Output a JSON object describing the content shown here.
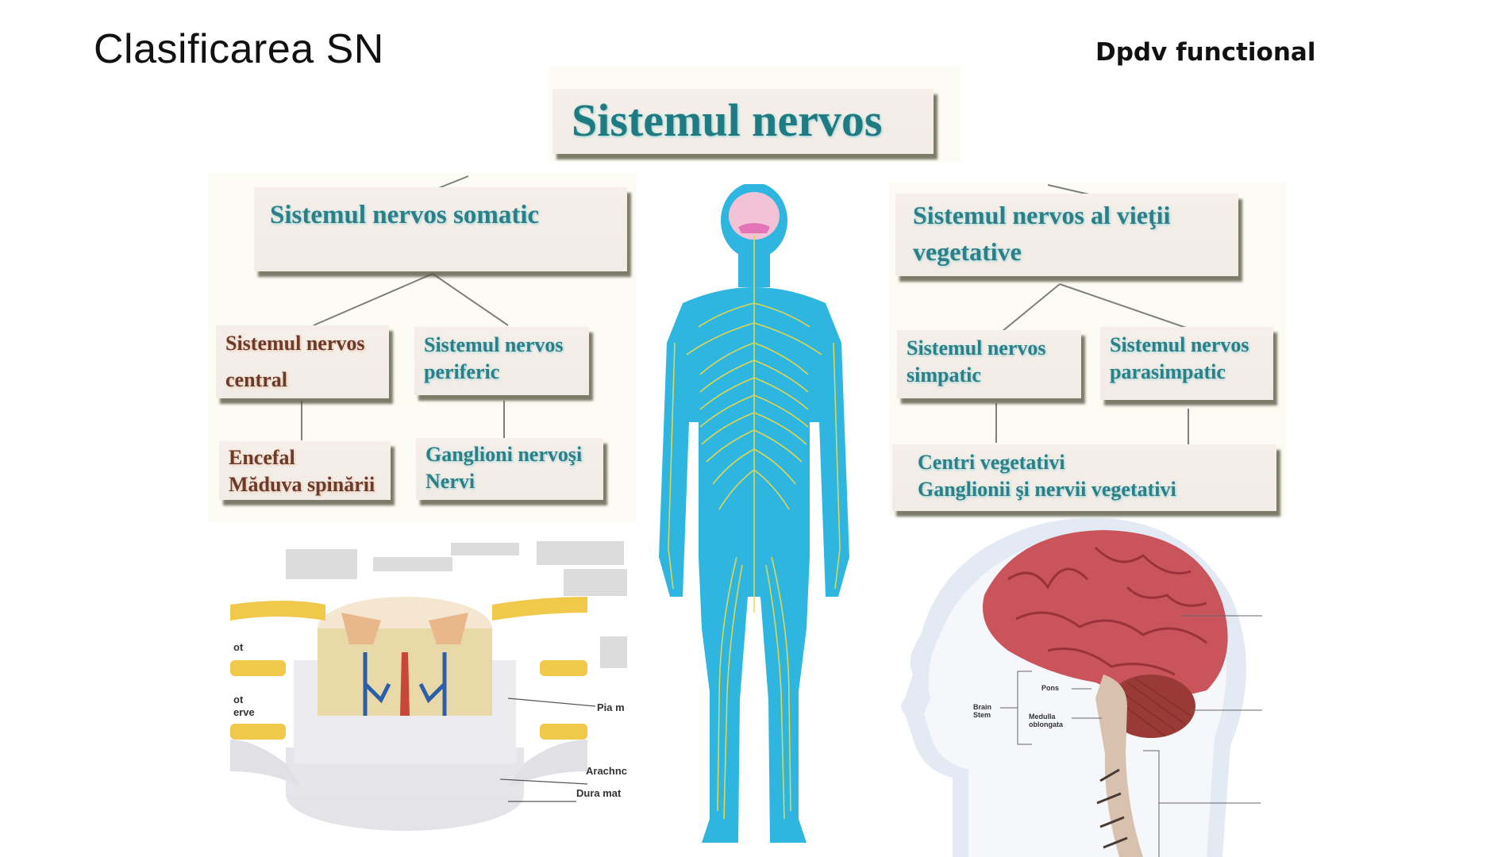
{
  "slide": {
    "title": "Clasificarea SN",
    "subtitle": "Dpdv functional"
  },
  "diagram": {
    "root": "Sistemul nervos",
    "left_branch": {
      "title": "Sistemul nervos somatic",
      "children": [
        {
          "line1": "Sistemul nervos",
          "line2": "central",
          "detail_line1": "Encefal",
          "detail_line2": "Măduva spinării"
        },
        {
          "line1": "Sistemul nervos",
          "line2": "periferic",
          "detail_line1": "Ganglioni nervoşi",
          "detail_line2": "Nervi"
        }
      ]
    },
    "right_branch": {
      "title_line1": "Sistemul nervos al vieţii",
      "title_line2": "vegetative",
      "children": [
        {
          "line1": "Sistemul nervos",
          "line2": "simpatic"
        },
        {
          "line1": "Sistemul nervos",
          "line2": "parasimpatic"
        }
      ],
      "shared_detail_line1": "Centri vegetativi",
      "shared_detail_line2": "Ganglionii şi nervii vegetativi"
    }
  },
  "illustrations": {
    "spinal_cord": {
      "labels": [
        "Pia m",
        "Arachnc",
        "Dura mat"
      ],
      "partial_left_labels": [
        "ot",
        "ot",
        "erve"
      ]
    },
    "body": {
      "name": "nervous-system-body"
    },
    "head": {
      "labels": [
        "Pons",
        "Brain Stem",
        "Medulla oblongata"
      ]
    }
  },
  "colors": {
    "teal_text": "#2c7f86",
    "brown_text": "#6b3a2a",
    "box_bg": "#f4eee8",
    "body_blue": "#2fb6e0",
    "nerve_yellow": "#e8d84a",
    "brain_pink": "#c9545c"
  }
}
